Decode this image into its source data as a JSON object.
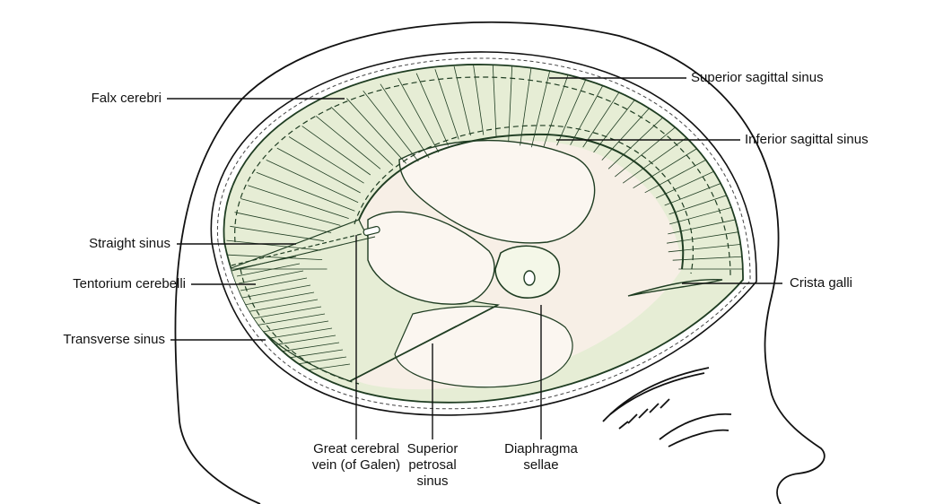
{
  "labels": {
    "falx_cerebri": "Falx cerebri",
    "superior_sagittal_sinus": "Superior sagittal sinus",
    "inferior_sagittal_sinus": "Inferior sagittal sinus",
    "straight_sinus": "Straight sinus",
    "tentorium_cerebelli": "Tentorium cerebelli",
    "transverse_sinus": "Transverse sinus",
    "crista_galli": "Crista galli",
    "great_cerebral_vein": [
      "Great cerebral",
      "vein (of Galen)"
    ],
    "superior_petrosal_sinus": [
      "Superior",
      "petrosal",
      "sinus"
    ],
    "diaphragma_sellae": [
      "Diaphragma",
      "sellae"
    ]
  },
  "colors": {
    "dura_fill": "#e6edd5",
    "dura_line": "#1f3d22",
    "cavity_fill": "#f7efe6",
    "outline": "#111111"
  }
}
